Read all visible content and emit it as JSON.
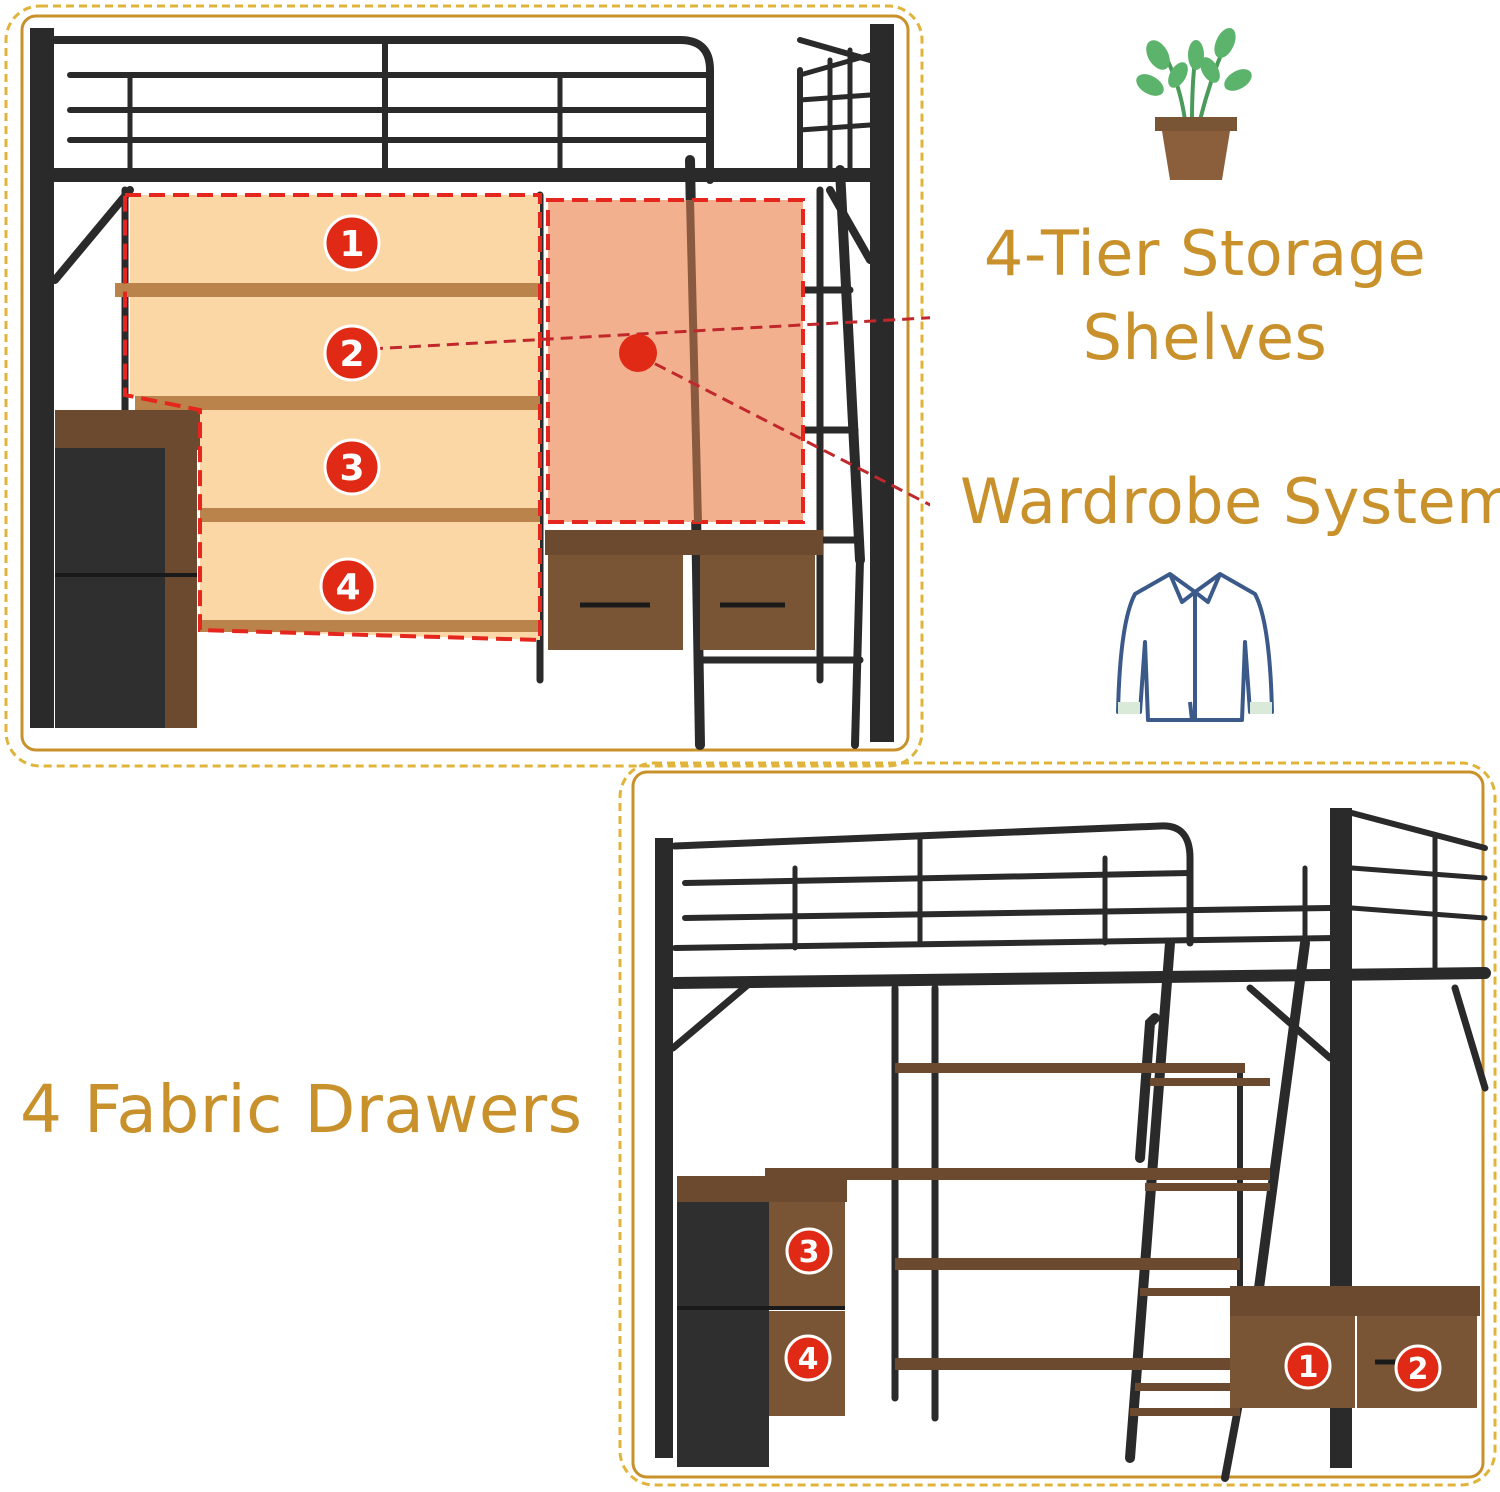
{
  "features": {
    "storage_label_line1": "4-Tier Storage",
    "storage_label_line2": "Shelves",
    "wardrobe_label": "Wardrobe System",
    "drawers_label": "4 Fabric Drawers"
  },
  "shelf_markers": [
    "1",
    "2",
    "3",
    "4"
  ],
  "drawer_markers": [
    "3",
    "4",
    "1",
    "2"
  ],
  "colors": {
    "accent_gold": "#c8912c",
    "marker_red": "#e02a15",
    "shelf_highlight": "#fcd7a6",
    "wardrobe_highlight": "#f2b08f",
    "frame_black": "#2a2a2a",
    "wood": "#7a5535"
  },
  "icons": {
    "plant": "potted-plant-icon",
    "shirt": "shirt-icon"
  }
}
